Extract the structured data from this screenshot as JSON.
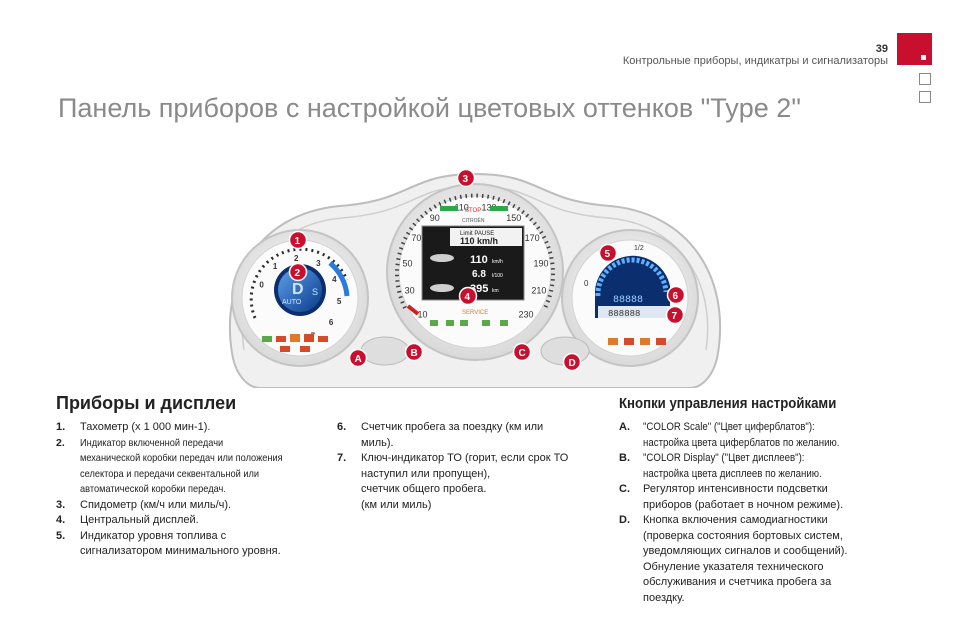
{
  "header": {
    "page_number": "39",
    "section_title": "Контрольные приборы, индикатры и сигнализаторы"
  },
  "title": "Панель приборов с настройкой цветовых оттенков \"Type 2\"",
  "colors": {
    "accent": "#c8102e",
    "display_blue": "#1e63c8"
  },
  "dashboard": {
    "tachometer_ticks": [
      "0",
      "1",
      "2",
      "3",
      "4",
      "5",
      "6",
      "7"
    ],
    "speed_ticks": [
      "10",
      "30",
      "50",
      "70",
      "90",
      "110",
      "130",
      "150",
      "170",
      "190",
      "210",
      "230"
    ],
    "stop_label": "STOP",
    "brand": "CITROËN",
    "limit_label": "Limit PAUSE",
    "limit_value": "110 km/h",
    "speed_value": "110",
    "speed_unit": "km/h",
    "consumption_value": "6.8",
    "consumption_unit": "l/100",
    "range_value": "395",
    "range_unit": "km",
    "service_label": "SERVICE",
    "gear_display": "D",
    "gear_sub": "AUTO",
    "gear_suffix": "S",
    "fuel_ticks": [
      "0",
      "1/2"
    ],
    "trip_digits": "88888",
    "odo_digits": "888888",
    "callouts": [
      "1",
      "2",
      "3",
      "4",
      "5",
      "6",
      "7"
    ],
    "buttons": [
      "A",
      "B",
      "C",
      "D"
    ]
  },
  "left_section": {
    "heading": "Приборы и дисплеи",
    "items": [
      {
        "n": "1.",
        "text": "Тахометр (x 1 000 мин-1)."
      },
      {
        "n": "2.",
        "lines": [
          "Индикатор включенной передачи",
          "механической коробки передач или положения",
          "селектора и передачи секвентальной или",
          "автоматической коробки передач."
        ]
      },
      {
        "n": "3.",
        "text": "Спидометр (км/ч или миль/ч)."
      },
      {
        "n": "4.",
        "text": "Центральный дисплей."
      },
      {
        "n": "5.",
        "lines": [
          "Индикатор уровня топлива с",
          "сигнализатором минимального уровня."
        ]
      }
    ]
  },
  "mid_section": {
    "items": [
      {
        "n": "6.",
        "lines": [
          "Счетчик пробега за поездку (км или",
          "миль)."
        ]
      },
      {
        "n": "7.",
        "lines": [
          "Ключ-индикатор ТО (горит, если срок ТО",
          "наступил или пропущен),",
          "счетчик общего пробега.",
          "(км или миль)"
        ]
      }
    ]
  },
  "right_section": {
    "heading": "Кнопки управления настройками",
    "items": [
      {
        "n": "A.",
        "lines": [
          "\"COLOR Scale\" (\"Цвет циферблатов\"):",
          "настройка цвета циферблатов по желанию."
        ]
      },
      {
        "n": "B.",
        "lines": [
          "\"COLOR Display\" (\"Цвет дисплеев\"):",
          "настройка цвета дисплеев по желанию."
        ]
      },
      {
        "n": "C.",
        "lines": [
          "Регулятор интенсивности подсветки",
          "приборов (работает в ночном режиме)."
        ]
      },
      {
        "n": "D.",
        "lines": [
          "Кнопка включения самодиагностики",
          "(проверка состояния бортовых систем,",
          "уведомляющих сигналов и сообщений).",
          "Обнуление указателя технического",
          "обслуживания и счетчика пробега за",
          "поездку."
        ]
      }
    ]
  }
}
